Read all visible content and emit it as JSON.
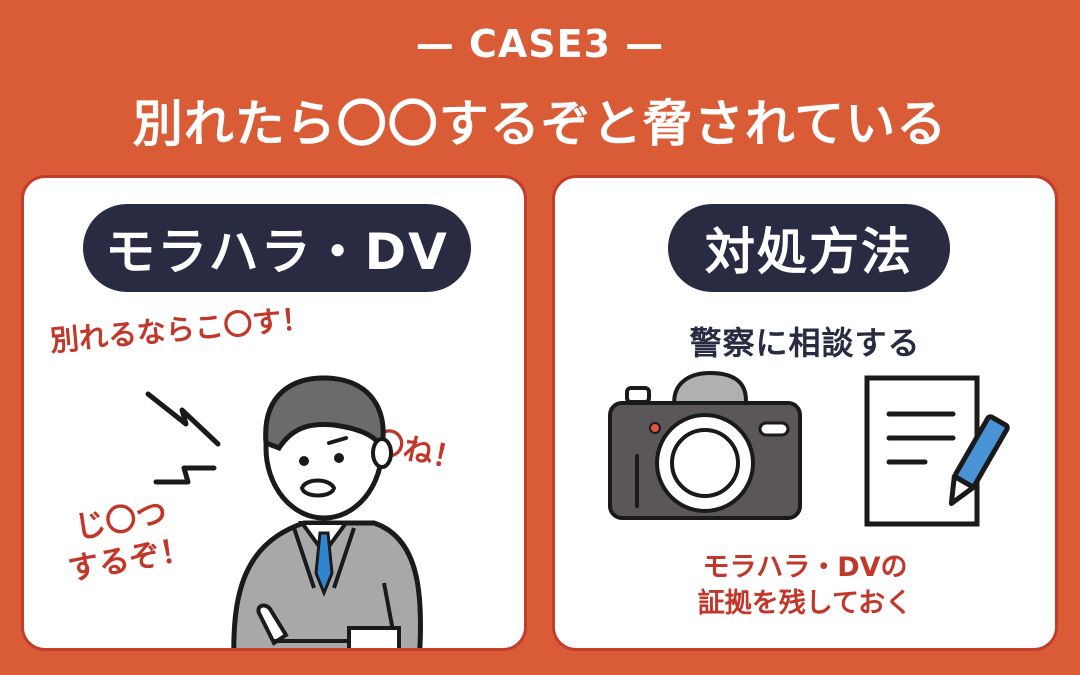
{
  "header": {
    "case_label": "— CASE3 —",
    "title": "別れたら〇〇するぞと脅されている"
  },
  "left_panel": {
    "pill_label": "モラハラ・DV",
    "shouts": [
      "別れるならこ〇す！",
      "〇ね！",
      "じ〇つ",
      "するぞ！"
    ],
    "illustration": "angry-man-in-suit",
    "icons": [
      "lightning-mark-icon"
    ]
  },
  "right_panel": {
    "pill_label": "対処方法",
    "action": "警察に相談する",
    "icons": [
      "camera-icon",
      "document-pen-icon"
    ],
    "evidence_line1": "モラハラ・DVの",
    "evidence_line2": "証拠を残しておく"
  },
  "colors": {
    "background": "#d95c36",
    "panel_border": "#c43c2a",
    "pill": "#282b41",
    "accent_red": "#c2372a",
    "tie_blue": "#2e86d0"
  }
}
